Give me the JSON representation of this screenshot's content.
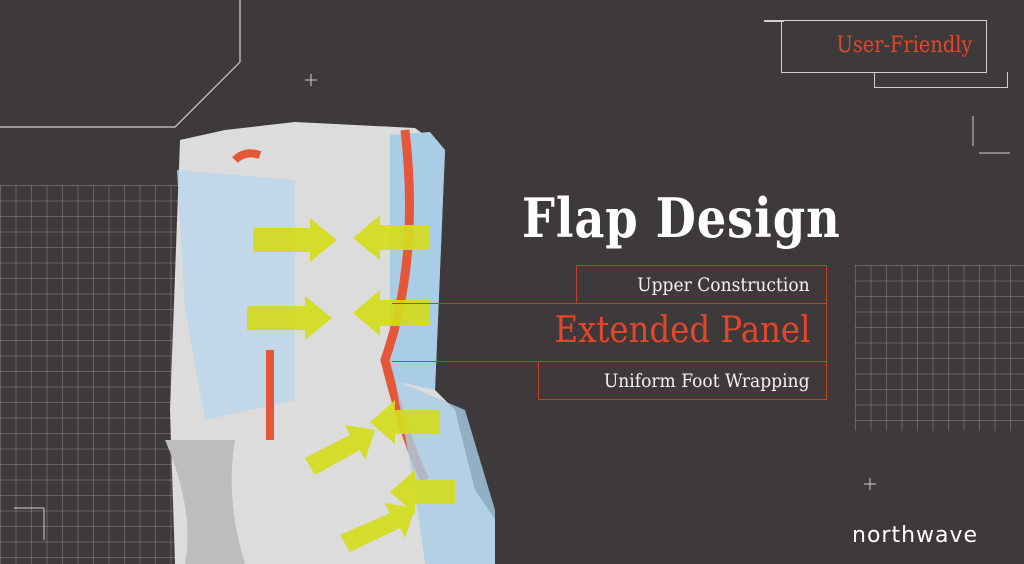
{
  "badge": {
    "label": "User-Friendly"
  },
  "headline": "Flap Design",
  "features": {
    "top": "Upper Construction",
    "highlight": "Extended Panel",
    "bottom": "Uniform Foot Wrapping"
  },
  "brand": {
    "logo_text": "northwave"
  },
  "colors": {
    "background": "#3e3a3b",
    "accent": "#e6452a",
    "arrow": "#d4dc1e",
    "boot_blue": "#a9cde6"
  }
}
